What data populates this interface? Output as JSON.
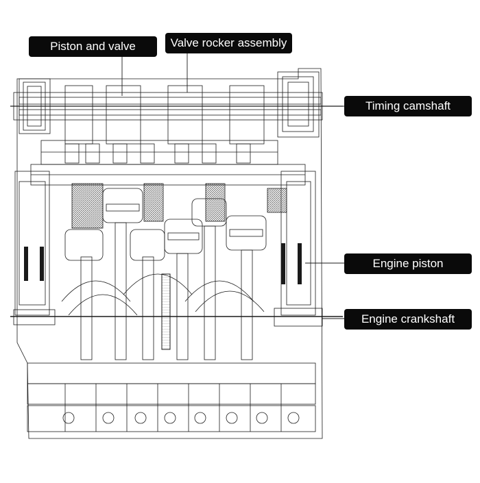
{
  "labels": {
    "piston_and_valve": "Piston and valve",
    "valve_rocker_assembly": "Valve rocker assembly",
    "timing_camshaft": "Timing camshaft",
    "engine_piston": "Engine piston",
    "engine_crankshaft": "Engine crankshaft"
  },
  "colors": {
    "background": "#ffffff",
    "line_art": "#1a1a1a",
    "callout_fill": "#0a0a0a",
    "callout_text": "#ffffff",
    "hatch": "#444444"
  }
}
